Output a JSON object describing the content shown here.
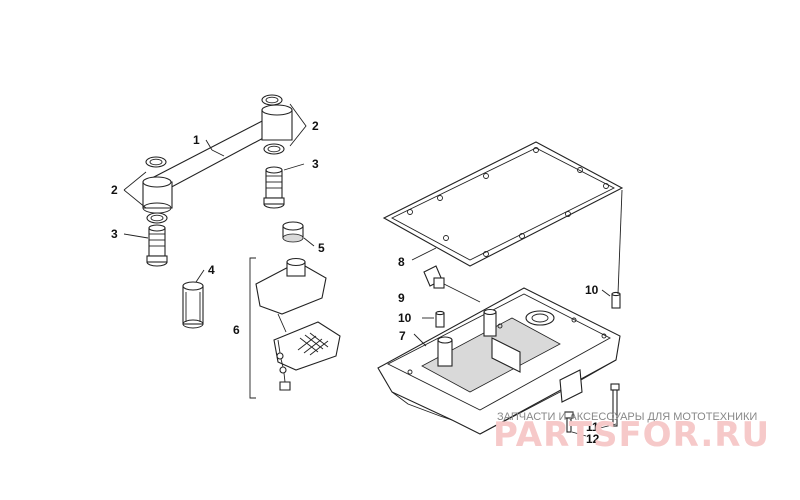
{
  "callouts": {
    "c1": "1",
    "c2a": "2",
    "c2b": "2",
    "c3a": "3",
    "c3b": "3",
    "c4": "4",
    "c5": "5",
    "c6": "6",
    "c7": "7",
    "c8": "8",
    "c9": "9",
    "c10a": "10",
    "c10b": "10",
    "c11": "11",
    "c12": "12"
  },
  "watermark": {
    "tagline": "ЗАПЧАСТИ И АКСЕССУАРЫ ДЛЯ МОТОТЕХНИКИ",
    "brand": "PARTSFOR.RU"
  },
  "colors": {
    "line": "#222222",
    "watermark_tagline": "#888888",
    "watermark_brand": "#f6c9c9"
  }
}
